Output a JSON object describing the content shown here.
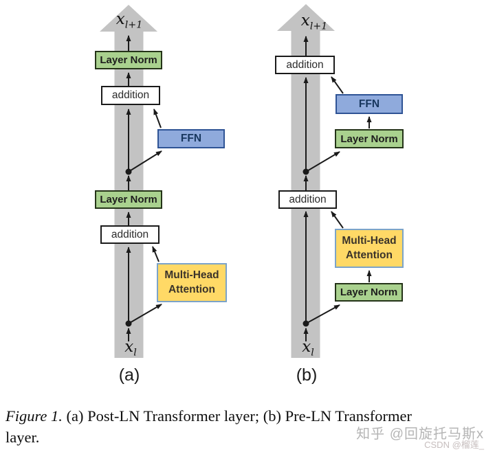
{
  "colors": {
    "green_fill": "#a9d18e",
    "green_border": "#243318",
    "blue_fill": "#8faadc",
    "blue_border": "#2e5395",
    "yellow_fill": "#ffd966",
    "yellow_border": "#7ba3c9",
    "box_border_dark": "#1a1a1a",
    "arrow_gray": "#c3c3c3",
    "line_black": "#1a1a1a",
    "watermark_gray": "#b5b5b5",
    "watermark_csdn": "#c6bdbd"
  },
  "diagram_a": {
    "output_var_base": "x",
    "output_var_sub": "l+1",
    "layer_norm_top": "Layer Norm",
    "addition_top": "addition",
    "ffn": "FFN",
    "layer_norm_bottom": "Layer Norm",
    "addition_bottom": "addition",
    "attention": "Multi-Head Attention",
    "input_var_base": "x",
    "input_var_sub": "l",
    "caption_label": "(a)"
  },
  "diagram_b": {
    "output_var_base": "x",
    "output_var_sub": "l+1",
    "addition_top": "addition",
    "ffn": "FFN",
    "layer_norm_top": "Layer Norm",
    "addition_bottom": "addition",
    "attention": "Multi-Head Attention",
    "layer_norm_bottom": "Layer Norm",
    "input_var_base": "x",
    "input_var_sub": "l",
    "caption_label": "(b)"
  },
  "caption": {
    "prefix": "Figure 1.",
    "line1_rest": " (a) Post-LN Transformer layer; (b) Pre-LN Transformer",
    "line2": "layer."
  },
  "watermarks": {
    "zhihu": "知乎 @回旋托马斯x",
    "csdn": "CSDN @榴莲_"
  }
}
